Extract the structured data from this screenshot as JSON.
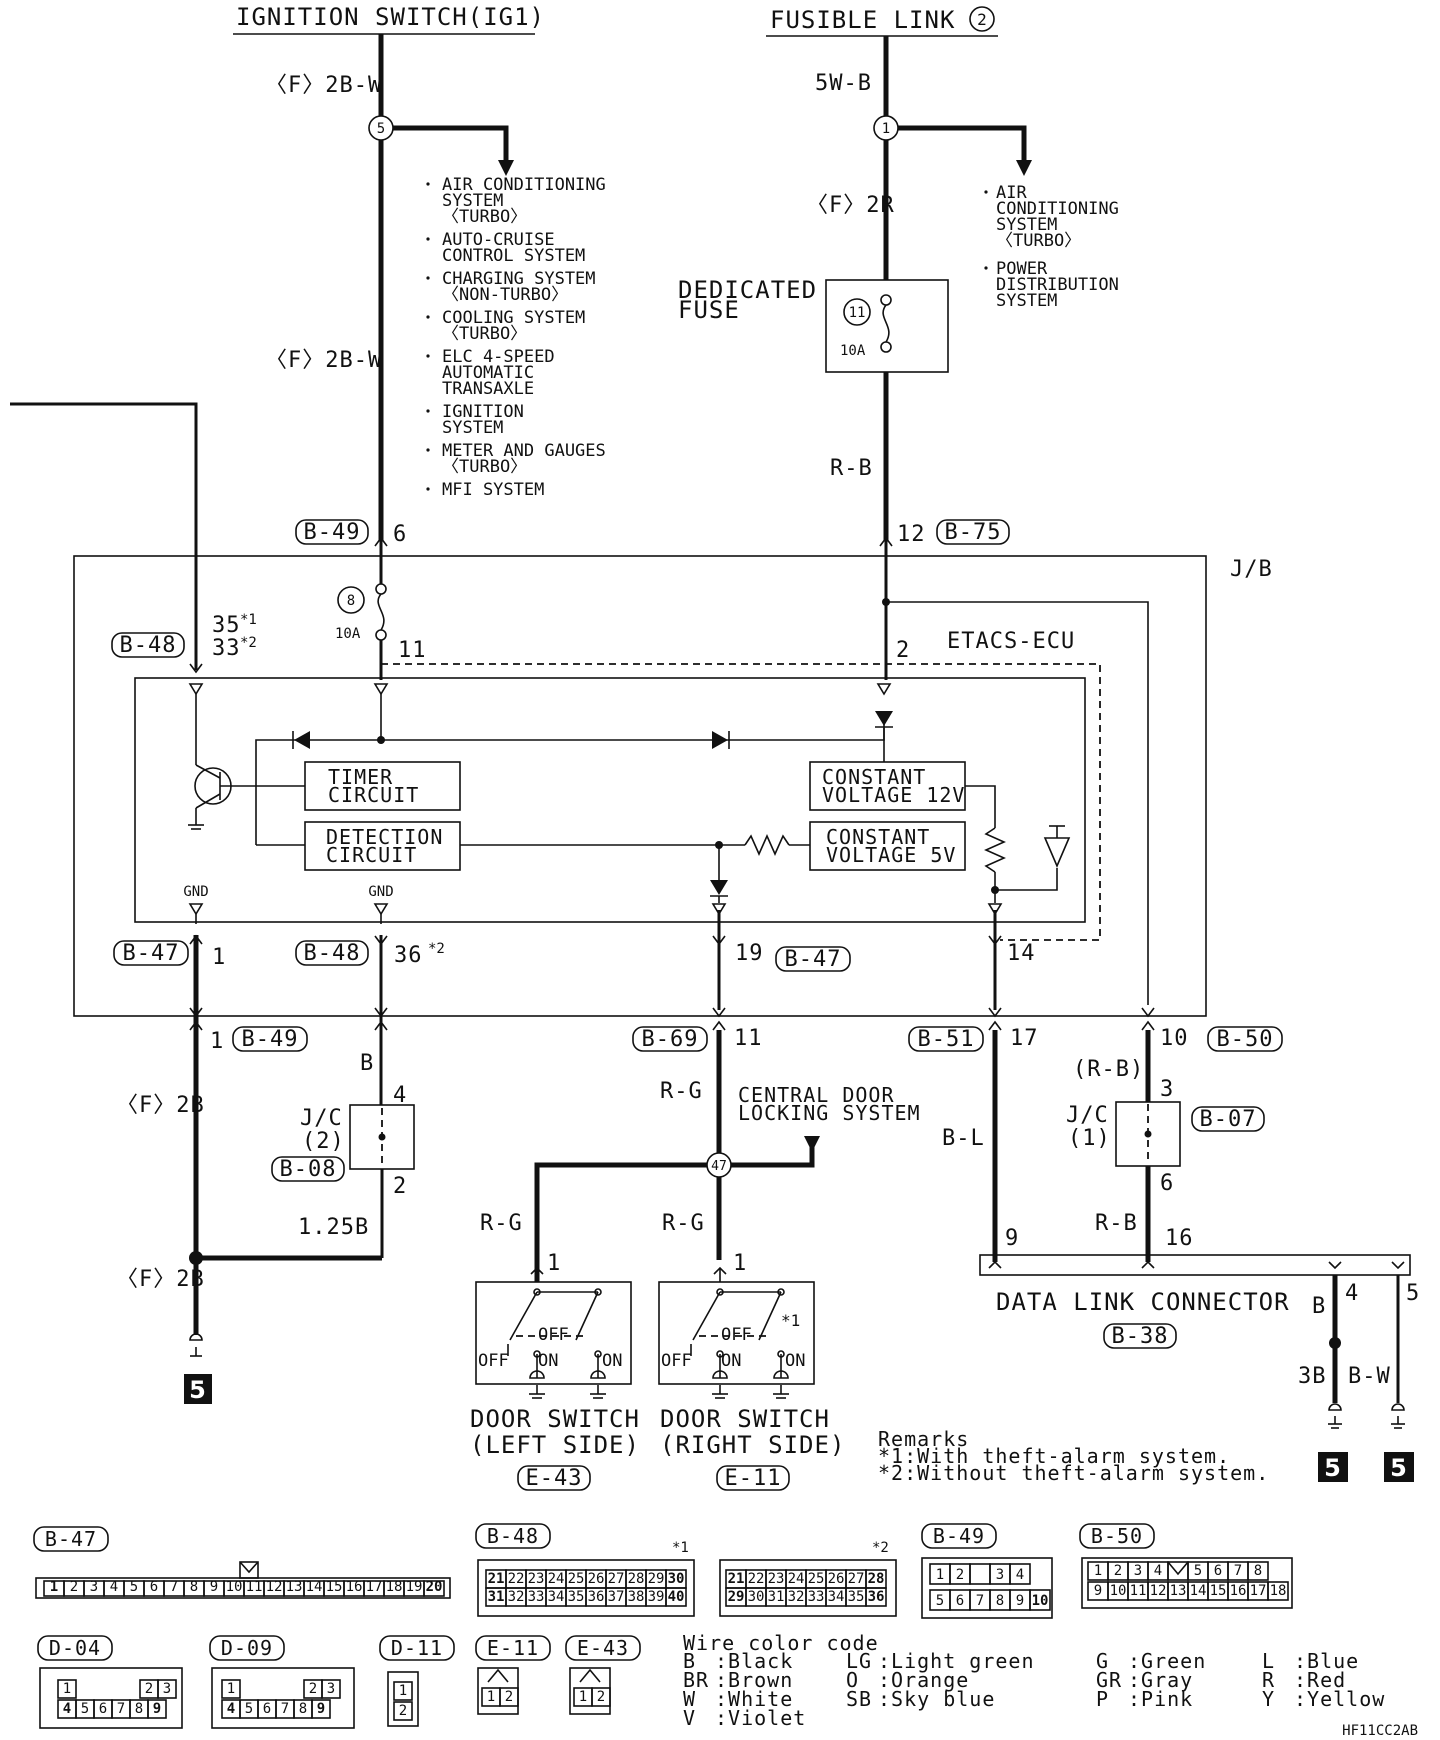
{
  "sources": {
    "ignition": "IGNITION SWITCH(IG1)",
    "fusible": "FUSIBLE LINK",
    "fusible_num": "2"
  },
  "wires": {
    "f_2bw_top": "〈F〉2B-W",
    "f_2bw_mid": "〈F〉2B-W",
    "w_5wb": "5W-B",
    "f_2r": "〈F〉2R",
    "rb_upper": "R-B",
    "f_2b_left": "〈F〉2B",
    "f_2b_low": "〈F〉2B",
    "b_jc": "B",
    "w_1253": "1.25B",
    "rg_mid": "R-G",
    "rg_left": "R-G",
    "rg_right": "R-G",
    "bl": "B-L",
    "rb_paren": "(R-B)",
    "rb_lower": "R-B",
    "b_dlc": "B",
    "b3": "3B",
    "bw": "B-W"
  },
  "splices": {
    "s5": "5",
    "s1": "1",
    "s11": "11",
    "s8": "8",
    "s47": "47"
  },
  "branch_left": [
    [
      "AIR CONDITIONING",
      "SYSTEM",
      "〈TURBO〉"
    ],
    [
      "AUTO-CRUISE",
      "CONTROL SYSTEM"
    ],
    [
      "CHARGING SYSTEM",
      "〈NON-TURBO〉"
    ],
    [
      "COOLING SYSTEM",
      "〈TURBO〉"
    ],
    [
      "ELC 4-SPEED",
      "AUTOMATIC",
      "TRANSAXLE"
    ],
    [
      "IGNITION",
      "SYSTEM"
    ],
    [
      "METER AND GAUGES",
      "〈TURBO〉"
    ],
    [
      "MFI SYSTEM"
    ]
  ],
  "branch_right": [
    [
      "AIR",
      "CONDITIONING",
      "SYSTEM",
      "〈TURBO〉"
    ],
    [
      "POWER",
      "DISTRIBUTION",
      "SYSTEM"
    ]
  ],
  "fuses": {
    "dedicated_line1": "DEDICATED",
    "dedicated_line2": "FUSE",
    "amp_10a_top": "10A",
    "amp_10a_jb": "10A"
  },
  "connectors": {
    "b49_top": "B-49",
    "b75": "B-75",
    "b48_top": "B-48",
    "b47_left": "B-47",
    "b48_bottom": "B-48",
    "b47_mid": "B-47",
    "b49_low": "B-49",
    "b69": "B-69",
    "b51": "B-51",
    "b50": "B-50",
    "b08": "B-08",
    "b07": "B-07",
    "b38": "B-38",
    "e43": "E-43",
    "e11": "E-11"
  },
  "pins": {
    "p6": "6",
    "p12": "12",
    "p35": "35",
    "p33": "33",
    "star1": "*1",
    "star2": "*2",
    "p11_top": "11",
    "p2_top": "2",
    "p1_left": "1",
    "p36": "36",
    "p36_star": "*2",
    "p19": "19",
    "p14": "14",
    "p1_low": "1",
    "p11_low": "11",
    "p17": "17",
    "p10": "10",
    "jc2_4": "4",
    "jc2_2": "2",
    "jc1_3": "3",
    "jc1_6": "6",
    "sw_left_1": "1",
    "sw_right_1": "1",
    "dlc_9": "9",
    "dlc_16": "16",
    "dlc_4": "4",
    "dlc_5": "5"
  },
  "blocks": {
    "jb": "J/B",
    "etacs": "ETACS-ECU",
    "timer_1": "TIMER",
    "timer_2": "CIRCUIT",
    "detect_1": "DETECTION",
    "detect_2": "CIRCUIT",
    "cv12_1": "CONSTANT",
    "cv12_2": "VOLTAGE 12V",
    "cv5_1": "CONSTANT",
    "cv5_2": "VOLTAGE 5V",
    "gnd1": "GND",
    "gnd2": "GND",
    "jc2_a": "J/C",
    "jc2_b": "(2)",
    "jc1_a": "J/C",
    "jc1_b": "(1)",
    "central_1": "CENTRAL DOOR",
    "central_2": "LOCKING SYSTEM",
    "dlc": "DATA LINK CONNECTOR",
    "ground_num": "5"
  },
  "switches": {
    "off": "OFF",
    "on": "ON",
    "right_star": "*1",
    "left_1": "DOOR SWITCH",
    "left_2": "(LEFT SIDE)",
    "right_1": "DOOR SWITCH",
    "right_2": "(RIGHT SIDE)"
  },
  "remarks": {
    "title": "Remarks",
    "r1": "*1:With theft-alarm system.",
    "r2": "*2:Without theft-alarm system."
  },
  "connector_views": {
    "b47": {
      "label": "B-47",
      "pins": [
        "1",
        "2",
        "3",
        "4",
        "5",
        "6",
        "7",
        "8",
        "9",
        "10",
        "11",
        "12",
        "13",
        "14",
        "15",
        "16",
        "17",
        "18",
        "19",
        "20"
      ]
    },
    "b48": {
      "label": "B-48",
      "star1": "*1",
      "star2": "*2",
      "a_top": [
        "21",
        "22",
        "23",
        "24",
        "25",
        "26",
        "27",
        "28",
        "29",
        "30"
      ],
      "a_bot": [
        "31",
        "32",
        "33",
        "34",
        "35",
        "36",
        "37",
        "38",
        "39",
        "40"
      ],
      "b_top": [
        "21",
        "22",
        "23",
        "24",
        "25",
        "26",
        "27",
        "28"
      ],
      "b_bot": [
        "29",
        "30",
        "31",
        "32",
        "33",
        "34",
        "35",
        "36"
      ]
    },
    "b49": {
      "label": "B-49",
      "top": [
        "1",
        "2",
        "",
        "3",
        "4"
      ],
      "bot": [
        "5",
        "6",
        "7",
        "8",
        "9",
        "10"
      ]
    },
    "b50": {
      "label": "B-50",
      "top": [
        "1",
        "2",
        "3",
        "4",
        "",
        "5",
        "6",
        "7",
        "8"
      ],
      "bot": [
        "9",
        "10",
        "11",
        "12",
        "13",
        "14",
        "15",
        "16",
        "17",
        "18"
      ]
    },
    "d04": {
      "label": "D-04",
      "top": [
        "1",
        "2",
        "3"
      ],
      "bot": [
        "4",
        "5",
        "6",
        "7",
        "8",
        "9"
      ]
    },
    "d09": {
      "label": "D-09",
      "top": [
        "1",
        "2",
        "3"
      ],
      "bot": [
        "4",
        "5",
        "6",
        "7",
        "8",
        "9"
      ]
    },
    "d11": {
      "label": "D-11",
      "pins": [
        "1",
        "2"
      ]
    },
    "e11": {
      "label": "E-11",
      "pins": [
        "1",
        "2"
      ]
    },
    "e43": {
      "label": "E-43",
      "pins": [
        "1",
        "2"
      ]
    }
  },
  "color_code": {
    "title": "Wire color code",
    "entries": [
      [
        "B",
        ":Black"
      ],
      [
        "BR",
        ":Brown"
      ],
      [
        "W",
        ":White"
      ],
      [
        "V",
        ":Violet"
      ],
      [
        "LG",
        ":Light green"
      ],
      [
        "O",
        ":Orange"
      ],
      [
        "SB",
        ":Sky blue"
      ],
      [
        "G",
        ":Green"
      ],
      [
        "GR",
        ":Gray"
      ],
      [
        "P",
        ":Pink"
      ],
      [
        "L",
        ":Blue"
      ],
      [
        "R",
        ":Red"
      ],
      [
        "Y",
        ":Yellow"
      ]
    ]
  },
  "footer_code": "HF11CC2AB"
}
